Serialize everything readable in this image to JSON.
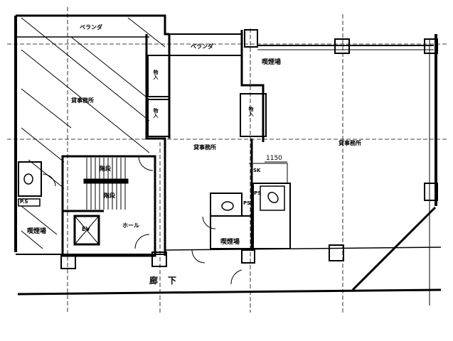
{
  "plan": {
    "labels": {
      "veranda_left": "ベランダ",
      "veranda_center": "ベランダ",
      "office_left": "貸事務所",
      "office_center": "貸事務所",
      "office_right": "貸事務所",
      "smoking_top_right": "喫煙場",
      "smoking_left": "喫煙場",
      "smoking_center": "喫煙場",
      "stairs_top": "階段",
      "stairs_bottom": "階段",
      "elevator": "EV",
      "hall": "ホール",
      "corridor": "廊下",
      "ps_left": "P.S",
      "ps_center": "PS",
      "ps_right": "PS",
      "sk": "SK",
      "dimension": "1150",
      "closet_a": "物入",
      "closet_b": "物入",
      "closet_c": "物入"
    },
    "colors": {
      "line": "#000000",
      "background": "#ffffff"
    }
  }
}
